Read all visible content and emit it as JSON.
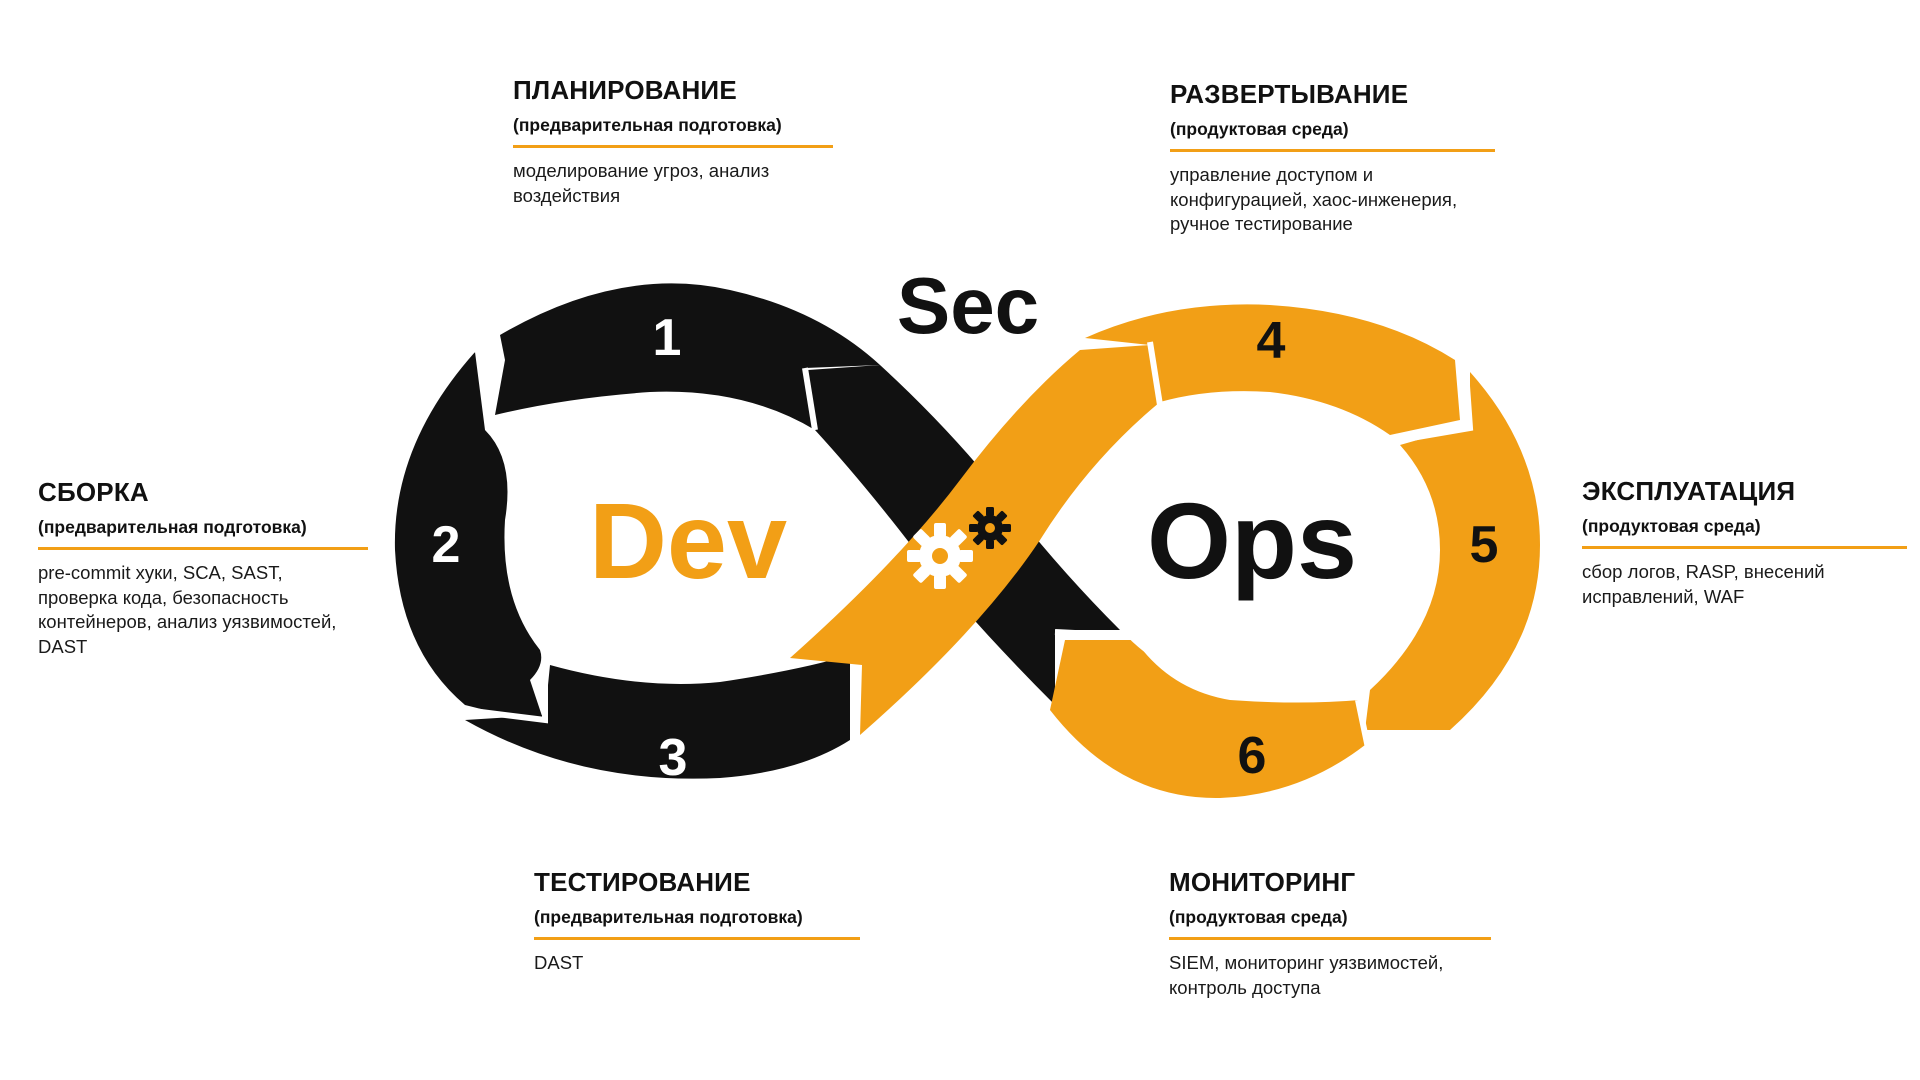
{
  "center": {
    "sec": "Sec",
    "dev": "Dev",
    "ops": "Ops"
  },
  "numbers": [
    "1",
    "2",
    "3",
    "4",
    "5",
    "6"
  ],
  "colors": {
    "dark": "#111111",
    "accent": "#f29f16",
    "white": "#ffffff"
  },
  "icons": [
    "gear-icon"
  ],
  "stages": {
    "plan": {
      "title": "ПЛАНИРОВАНИЕ",
      "subtitle": "(предварительная подготовка)",
      "description": "моделирование угроз, анализ воздействия"
    },
    "build": {
      "title": "СБОРКА",
      "subtitle": "(предварительная подготовка)",
      "description": "pre-commit хуки, SCA, SAST, проверка кода, безопасность контейнеров, анализ уязвимостей, DAST"
    },
    "test": {
      "title": "ТЕСТИРОВАНИЕ",
      "subtitle": "(предварительная подготовка)",
      "description": "DAST"
    },
    "deploy": {
      "title": "РАЗВЕРТЫВАНИЕ",
      "subtitle": "(продуктовая среда)",
      "description": "управление доступом и конфигурацией, хаос-инженерия, ручное тестирование"
    },
    "operate": {
      "title": "ЭКСПЛУАТАЦИЯ",
      "subtitle": "(продуктовая среда)",
      "description": "сбор логов, RASP, внесений исправлений, WAF"
    },
    "monitor": {
      "title": "МОНИТОРИНГ",
      "subtitle": "(продуктовая среда)",
      "description": "SIEM, мониторинг уязвимостей, контроль доступа"
    }
  }
}
